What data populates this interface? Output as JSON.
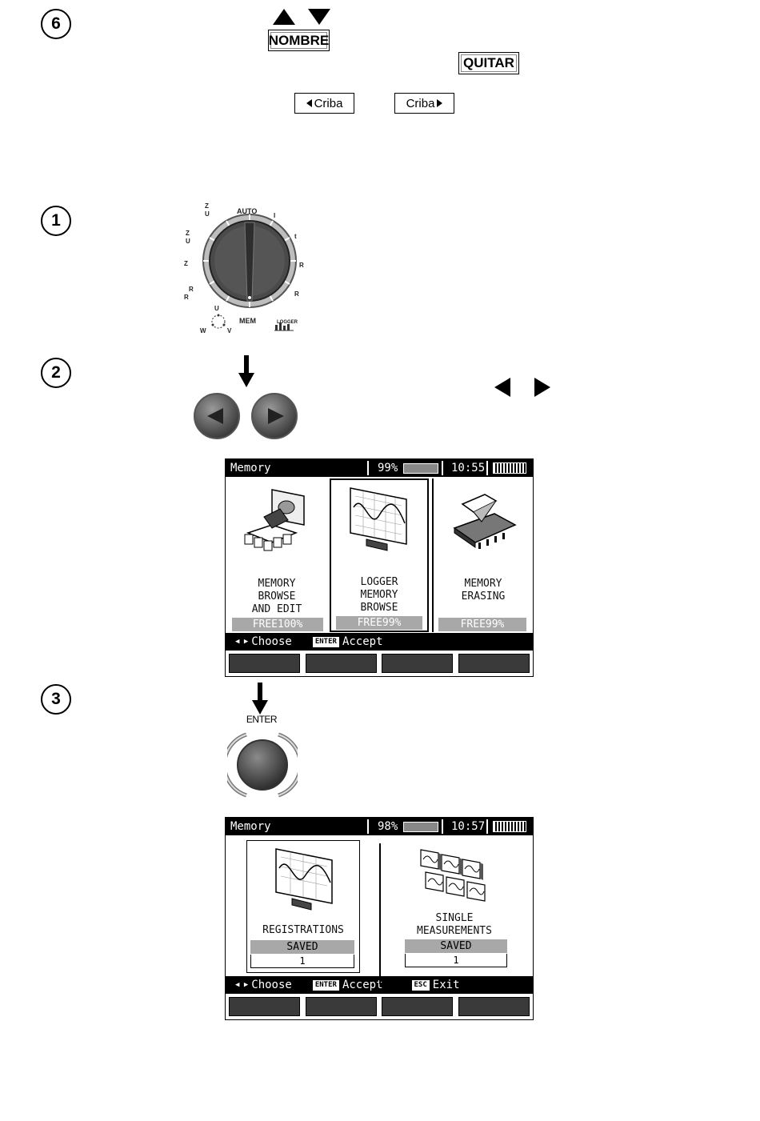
{
  "steps": {
    "s6": "6",
    "s1": "1",
    "s2": "2",
    "s3": "3"
  },
  "keys": {
    "nombre": "NOMBRE",
    "quitar": "QUITAR",
    "criba_left": "Criba",
    "criba_right": "Criba",
    "enter": "ENTER"
  },
  "dial": {
    "auto": "AUTO",
    "mem": "MEM",
    "logger": "LOGGER",
    "rx": "R",
    "rcont": "R",
    "rconti": "R",
    "u": "U",
    "v": "V",
    "w": "W"
  },
  "screen1": {
    "title": "Memory",
    "battery_pct": "99%",
    "time": "10:55",
    "tiles": [
      {
        "line1": "MEMORY",
        "line2": "BROWSE",
        "line3": "AND EDIT",
        "free": "FREE100%"
      },
      {
        "line1": "LOGGER",
        "line2": "MEMORY",
        "line3": "BROWSE",
        "free": "FREE99%"
      },
      {
        "line1": "MEMORY",
        "line2": "ERASING",
        "line3": "",
        "free": "FREE99%"
      }
    ],
    "bar_choose": "Choose",
    "bar_enter": "ENTER",
    "bar_accept": "Accept"
  },
  "screen2": {
    "title": "Memory",
    "battery_pct": "98%",
    "time": "10:57",
    "tiles": [
      {
        "line1": "REGISTRATIONS",
        "line2": "",
        "saved": "SAVED",
        "count": "1"
      },
      {
        "line1": "SINGLE",
        "line2": "MEASUREMENTS",
        "saved": "SAVED",
        "count": "1"
      }
    ],
    "bar_choose": "Choose",
    "bar_enter": "ENTER",
    "bar_accept": "Accept",
    "bar_esc": "ESC",
    "bar_exit": "Exit"
  }
}
